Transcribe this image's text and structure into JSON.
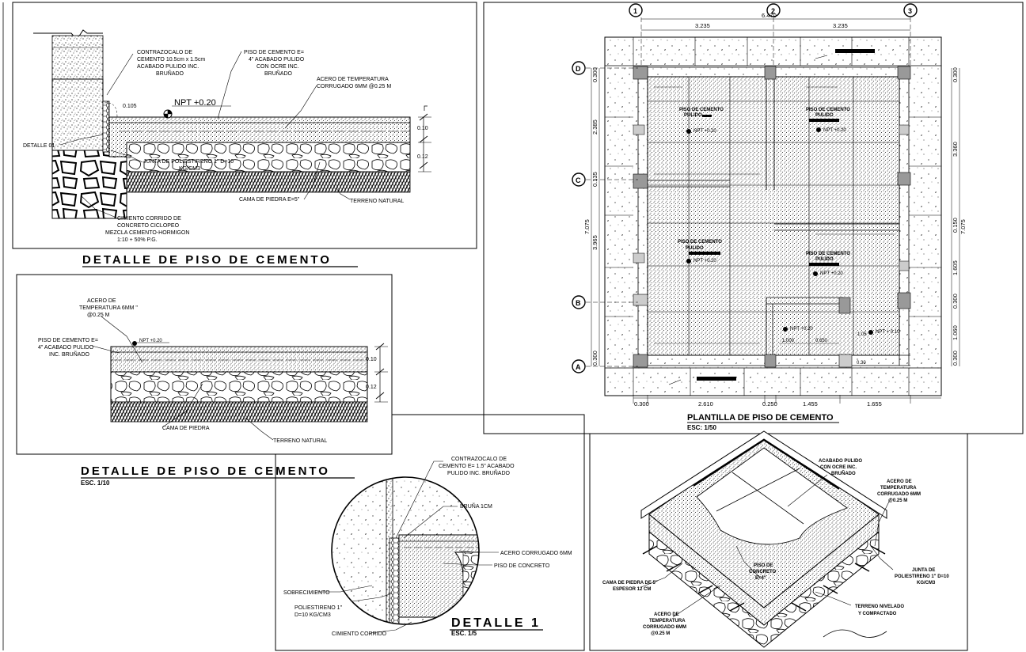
{
  "detail_top": {
    "title": "DETALLE DE PISO DE CEMENTO",
    "labels": {
      "contrazocalo": [
        "CONTRAZOCALO DE",
        "CEMENTO 10.5cm x 1.5cm",
        "ACABADO PULIDO INC.",
        "BRUÑADO"
      ],
      "piso": [
        "PISO DE CEMENTO  E=",
        "4\" ACABADO PULIDO",
        "CON OCRE INC.",
        "BRUÑADO"
      ],
      "acero": [
        "ACERO DE TEMPERATURA",
        "CORRUGADO 6MM @0.25 M"
      ],
      "npt": "NPT  +0.20",
      "h105": "0.105",
      "detalle01": "DETALLE 01",
      "junta": [
        "JUNTA DE POLIESTIRENO 1\" D=10",
        "KG/CM3"
      ],
      "cama": "CAMA DE PIEDRA E=5\"",
      "terreno": "TERRENO NATURAL",
      "cimiento": [
        "CIMIENTO CORRIDO DE",
        "CONCRETO CICLOPEO",
        "MEZCLA CEMENTO-HORMIGON",
        "1:10 + 50% P.G."
      ],
      "d1": "0.10",
      "d2": "0.12"
    }
  },
  "detail_mid": {
    "title": "DETALLE DE PISO DE CEMENTO",
    "scale": "ESC. 1/10",
    "labels": {
      "acero": [
        "ACERO DE",
        "TEMPERATURA 6MM \"",
        "@0.25 M"
      ],
      "piso": [
        "PISO DE CEMENTO E=",
        "4\" ACABADO PULIDO",
        "INC. BRUÑADO"
      ],
      "npt": "NPT  +0.20",
      "cama": "CAMA DE PIEDRA",
      "terreno": "TERRENO NATURAL",
      "d1": "0.10",
      "d2": "0.12"
    }
  },
  "detail_one": {
    "title": "DETALLE 1",
    "scale": "ESC. 1/5",
    "labels": {
      "contrazocalo": [
        "CONTRAZOCALO DE",
        "CEMENTO  E= 1.5\" ACABADO",
        "PULIDO INC. BRUÑADO"
      ],
      "bruna": "BRUÑA 1CM",
      "acero": "ACERO CORRUGADO 6MM",
      "piso": "PISO DE CONCRETO",
      "sobrecimiento": "SOBRECIMIENTO",
      "poliestireno": [
        "POLIESTIRENO 1\"",
        "D=10 KG/CM3"
      ],
      "cimiento": "CIMIENTO CORRIDO"
    }
  },
  "plan": {
    "title": "PLANTILLA DE PISO DE CEMENTO",
    "scale": "ESC: 1/50",
    "axes_top": [
      "1",
      "2",
      "3"
    ],
    "axes_left": [
      "D",
      "C",
      "B",
      "A"
    ],
    "dims_top": [
      "6.470",
      "3.235",
      "3.235"
    ],
    "dims_bottom": [
      "0.300",
      "2.610",
      "0.250",
      "1.455",
      "1.655"
    ],
    "dims_left": [
      "7.075",
      "0.300",
      "2.385",
      "0.135",
      "3.965",
      "0.300"
    ],
    "dims_right": [
      "7.075",
      "0.300",
      "3.360",
      "0.150",
      "1.605",
      "0.300",
      "1.060",
      "0.300"
    ],
    "rooms": [
      {
        "name": [
          "PISO DE CEMENTO",
          "PULIDO"
        ],
        "npt": "NPT +0.20"
      },
      {
        "name": [
          "PISO DE CEMENTO",
          "PULIDO"
        ],
        "npt": "NPT +0.20"
      },
      {
        "name": [
          "PISO DE CEMENTO",
          "PULIDO"
        ],
        "npt": "NPT +0.20"
      },
      {
        "name": [
          "PISO DE CEMENTO",
          "PULIDO"
        ],
        "npt": "NPT +0.20"
      }
    ],
    "npt_extra": [
      "NPT +0.20",
      "NPT + 0.10"
    ],
    "inner_dims": [
      "1.000",
      "0.650",
      "1.05",
      "0.30"
    ]
  },
  "iso": {
    "labels": {
      "acabado": [
        "ACABADO PULIDO",
        "CON OCRE INC.",
        "BRUÑADO"
      ],
      "acero_top": [
        "ACERO DE",
        "TEMPERATURA",
        "CORRUGADO 6MM",
        "@0.25 M"
      ],
      "junta": [
        "JUNTA DE",
        "POLIESTIRENO 1\" D=10",
        "KG/CM3"
      ],
      "terreno": [
        "TERRENO NIVELADO",
        "Y COMPACTADO"
      ],
      "acero_bot": [
        "ACERO DE",
        "TEMPERATURA",
        "CORRUGADO 6MM",
        "@0.25 M"
      ],
      "cama": [
        "CAMA DE PIEDRA DE 5\"",
        "ESPESOR 12 CM"
      ],
      "piso": [
        "PISO DE",
        "CONCRETO",
        "E=4\""
      ]
    }
  }
}
